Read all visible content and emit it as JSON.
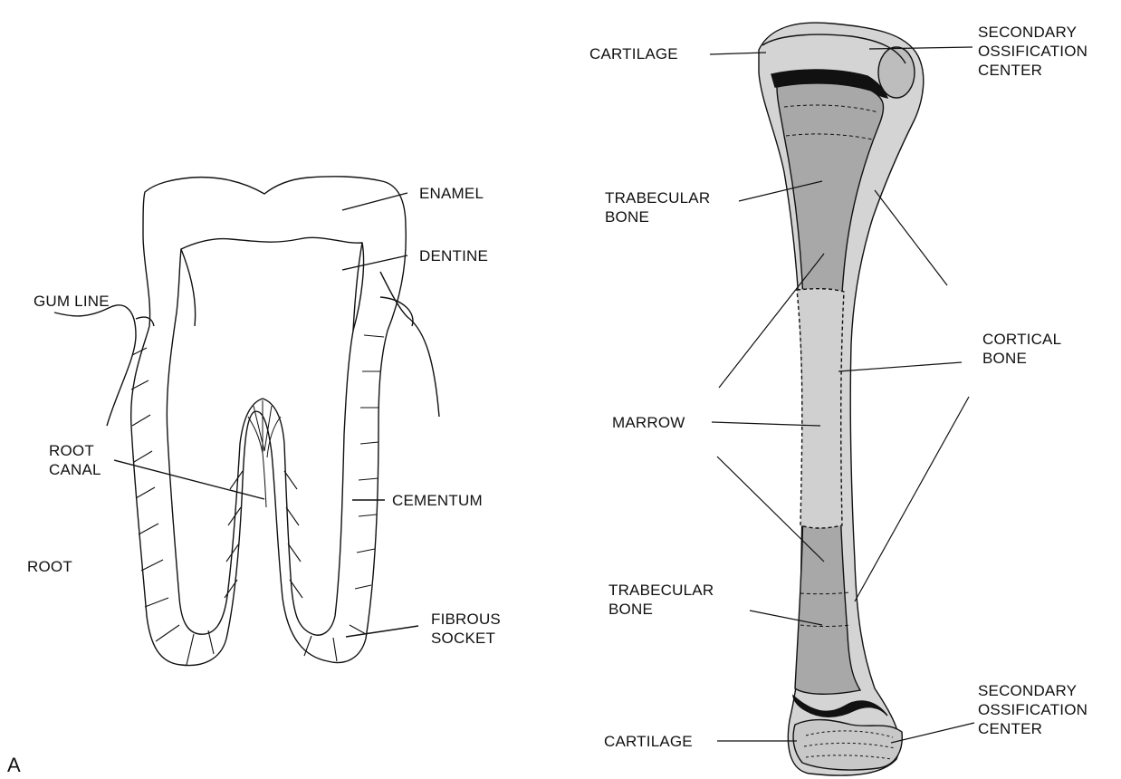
{
  "panel_letter": "A",
  "tooth": {
    "labels": {
      "enamel": "ENAMEL",
      "dentine": "DENTINE",
      "gum_line": "GUM LINE",
      "root_canal": "ROOT\nCANAL",
      "cementum": "CEMENTUM",
      "root": "ROOT",
      "fibrous_socket": "FIBROUS\nSOCKET"
    }
  },
  "bone": {
    "labels": {
      "cartilage_top": "CARTILAGE",
      "secondary_ossification_top": "SECONDARY\nOSSIFICATION\nCENTER",
      "trabecular_top": "TRABECULAR\nBONE",
      "cortical": "CORTICAL\nBONE",
      "marrow": "MARROW",
      "trabecular_bottom": "TRABECULAR\nBONE",
      "secondary_ossification_bottom": "SECONDARY\nOSSIFICATION\nCENTER",
      "cartilage_bottom": "CARTILAGE"
    }
  },
  "colors": {
    "outline": "#111111",
    "bone_light": "#d4d4d4",
    "bone_mid": "#a8a8a8",
    "bone_dark": "#7f7f7f",
    "growth_plate": "#111111"
  }
}
